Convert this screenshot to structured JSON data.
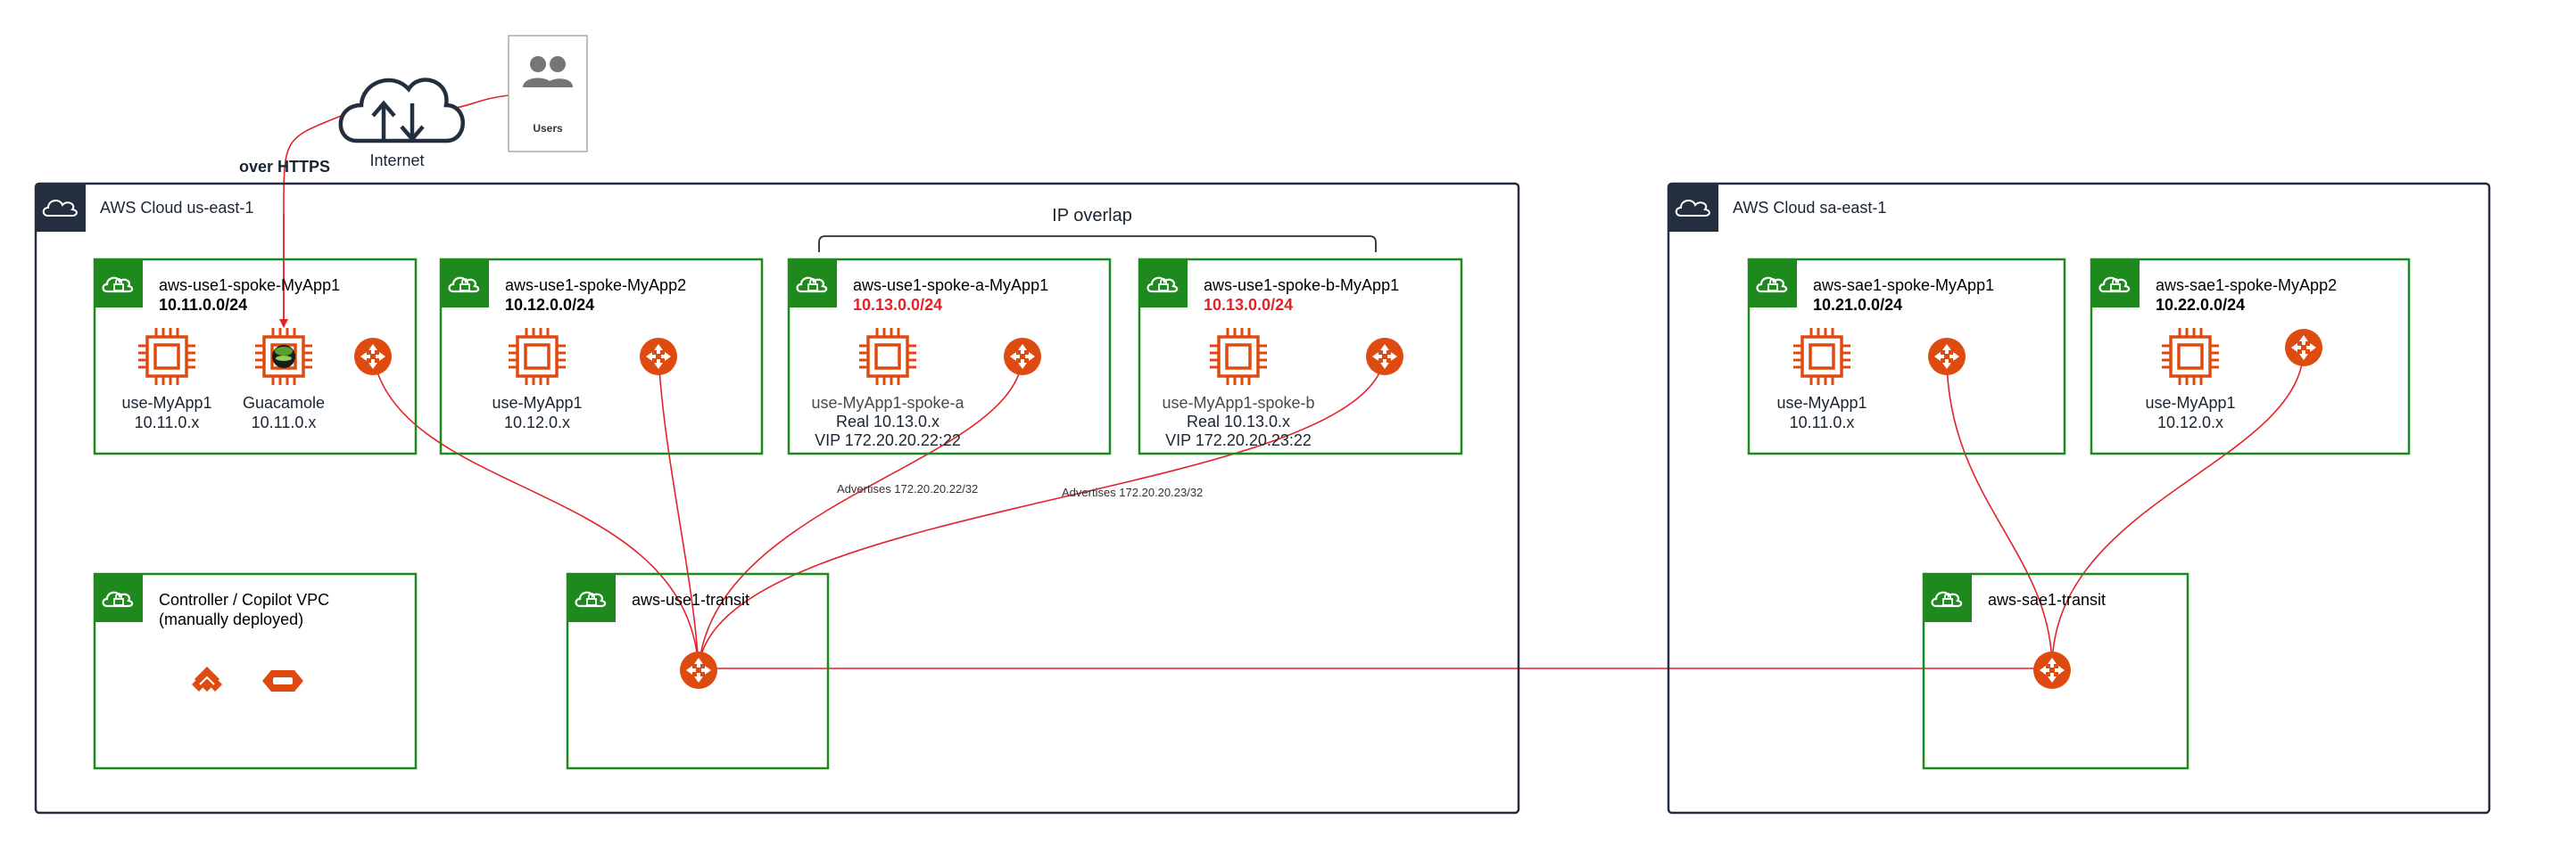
{
  "internet": {
    "label": "Internet",
    "icon": "cloud-upload-download-icon"
  },
  "users": {
    "label": "Users",
    "icon": "users-group-icon"
  },
  "https_label": "over HTTPS",
  "ip_overlap_label": "IP overlap",
  "clouds": [
    {
      "label": "AWS Cloud us-east-1",
      "icon": "aws-cloud-icon"
    },
    {
      "label": "AWS Cloud sa-east-1",
      "icon": "aws-cloud-icon"
    }
  ],
  "vpcs": {
    "use1_spoke_myapp1": {
      "title": "aws-use1-spoke-MyApp1",
      "cidr": "10.11.0.0/24"
    },
    "use1_spoke_myapp2": {
      "title": "aws-use1-spoke-MyApp2",
      "cidr": "10.12.0.0/24"
    },
    "use1_spoke_a": {
      "title": "aws-use1-spoke-a-MyApp1",
      "cidr": "10.13.0.0/24"
    },
    "use1_spoke_b": {
      "title": "aws-use1-spoke-b-MyApp1",
      "cidr": "10.13.0.0/24"
    },
    "controller": {
      "title": "Controller / Copilot VPC",
      "subtitle": "(manually deployed)"
    },
    "use1_transit": {
      "title": "aws-use1-transit"
    },
    "sae1_spoke_myapp1": {
      "title": "aws-sae1-spoke-MyApp1",
      "cidr": "10.21.0.0/24"
    },
    "sae1_spoke_myapp2": {
      "title": "aws-sae1-spoke-MyApp2",
      "cidr": "10.22.0.0/24"
    },
    "sae1_transit": {
      "title": "aws-sae1-transit"
    }
  },
  "instances": {
    "use_myapp1_a": {
      "name": "use-MyApp1",
      "ip": "10.11.0.x"
    },
    "guacamole": {
      "name": "Guacamole",
      "ip": "10.11.0.x"
    },
    "use_myapp1_b": {
      "name": "use-MyApp1",
      "ip": "10.12.0.x"
    },
    "spoke_a_inst": {
      "name": "use-MyApp1-spoke-a",
      "real": "Real 10.13.0.x",
      "vip": "VIP 172.20.20.22:22"
    },
    "spoke_b_inst": {
      "name": "use-MyApp1-spoke-b",
      "real": "Real 10.13.0.x",
      "vip": "VIP 172.20.20.23:22"
    },
    "sae_myapp1_a": {
      "name": "use-MyApp1",
      "ip": "10.11.0.x"
    },
    "sae_myapp1_b": {
      "name": "use-MyApp1",
      "ip": "10.12.0.x"
    }
  },
  "advertises": {
    "a": "Advertises 172.20.20.22/32",
    "b": "Advertises 172.20.20.23/32"
  },
  "colors": {
    "vpc_green": "#1e8a1e",
    "aws_orange": "#dd4b10",
    "connection_red": "#e3232a",
    "cloud_border": "#232f3e",
    "cidr_red": "#e3232a"
  }
}
